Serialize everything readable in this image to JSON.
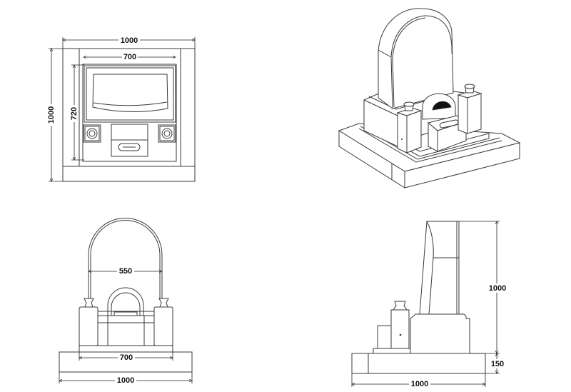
{
  "colors": {
    "line": "#3a3a3a",
    "background": "#ffffff",
    "dark_fill": "#111111"
  },
  "views": {
    "top": {
      "overall_width": "1000",
      "overall_depth": "1000",
      "stone_width": "700",
      "stone_depth": "720"
    },
    "isometric": {},
    "front": {
      "arch_width": "550",
      "stone_base_width": "700",
      "overall_width": "1000"
    },
    "side": {
      "stone_height": "1000",
      "base_height": "150",
      "overall_depth": "1000"
    }
  }
}
